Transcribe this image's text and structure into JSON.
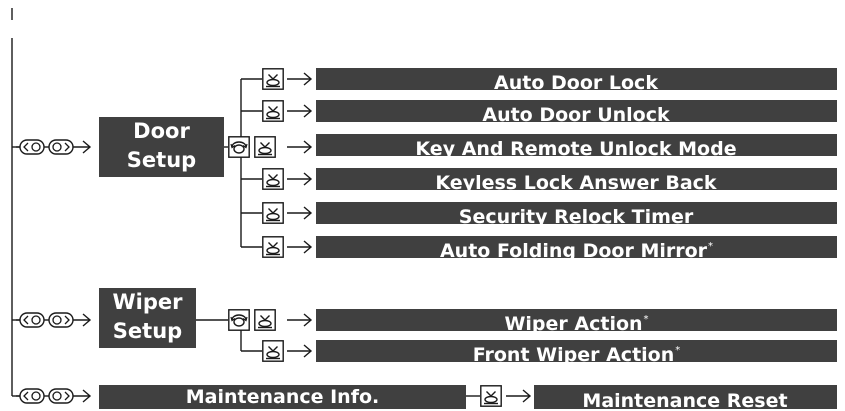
{
  "menus": {
    "door": [
      "Door",
      "Setup"
    ],
    "wiper": [
      "Wiper",
      "Setup"
    ],
    "maintenance": "Maintenance Info."
  },
  "door_settings": [
    {
      "label": "Auto Door Lock",
      "asterisk": ""
    },
    {
      "label": "Auto Door Unlock",
      "asterisk": ""
    },
    {
      "label": "Key And Remote Unlock Mode",
      "asterisk": ""
    },
    {
      "label": "Keyless Lock Answer Back",
      "asterisk": ""
    },
    {
      "label": "Security Relock Timer",
      "asterisk": ""
    },
    {
      "label": "Auto Folding Door Mirror",
      "asterisk": "*"
    }
  ],
  "wiper_settings": [
    {
      "label": "Wiper Action",
      "asterisk": "*"
    },
    {
      "label": "Front Wiper Action",
      "asterisk": "*"
    }
  ],
  "maintenance_settings": [
    {
      "label": "Maintenance Reset",
      "asterisk": ""
    }
  ],
  "icons": {
    "prev_next": "selector-left-right-icon",
    "select": "select-knob-icon",
    "rotate": "rotate-knob-icon",
    "arrow": "arrow-right-icon"
  },
  "colors": {
    "bar": "#404040",
    "line": "#1a1a1a"
  }
}
